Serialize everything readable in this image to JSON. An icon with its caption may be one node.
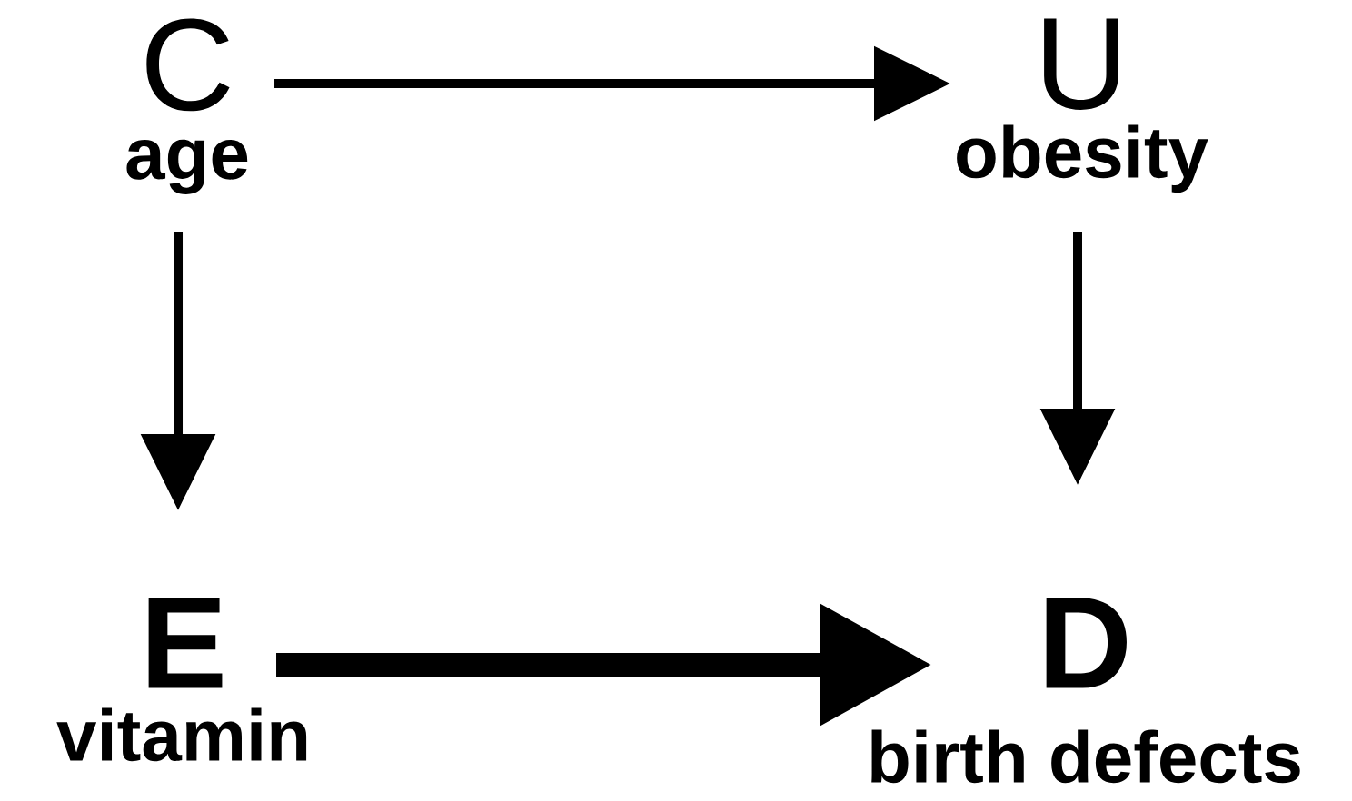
{
  "diagram": {
    "nodes": [
      {
        "text": [
          "C",
          "age"
        ]
      },
      {
        "text": [
          "U",
          "obesity"
        ]
      },
      {
        "text": [
          "E",
          "vitamin"
        ]
      },
      {
        "text": [
          "D",
          "birth defects"
        ]
      }
    ],
    "edges": [
      {
        "from": 0,
        "to": 1,
        "arrow": "to"
      },
      {
        "from": 0,
        "to": 2,
        "arrow": "to"
      },
      {
        "from": 1,
        "to": 3,
        "arrow": "to"
      },
      {
        "from": 2,
        "to": 3,
        "arrow": "to",
        "style": "thick"
      }
    ]
  }
}
